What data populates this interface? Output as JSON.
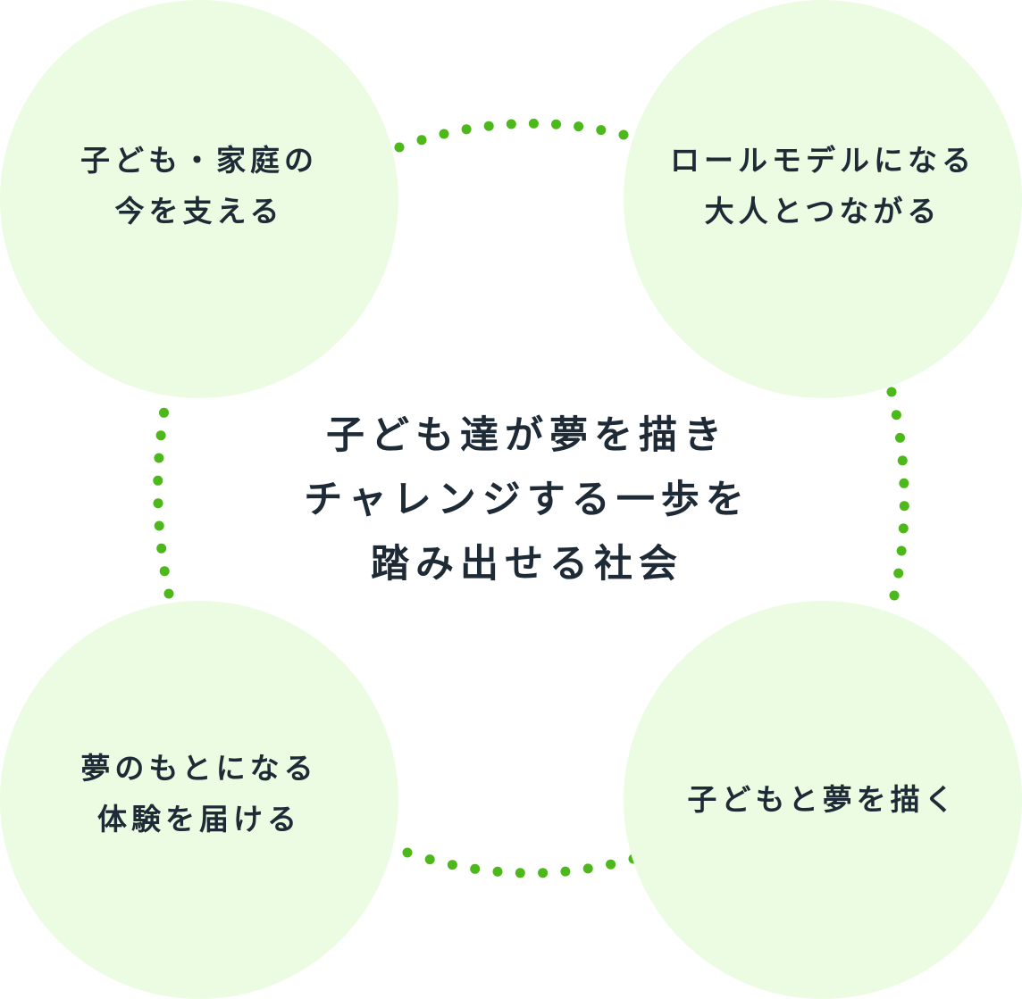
{
  "colors": {
    "circle_fill": "#ecfce2",
    "dot": "#4cb81a",
    "text": "#1e2a36"
  },
  "center": {
    "lines": [
      "子ども達が夢を描き",
      "チャレンジする一歩を",
      "踏み出せる社会"
    ]
  },
  "nodes": {
    "top_left": {
      "lines": [
        "子ども・家庭の",
        "今を支える"
      ]
    },
    "top_right": {
      "lines": [
        "ロールモデルになる",
        "大人とつながる"
      ]
    },
    "bottom_left": {
      "lines": [
        "夢のもとになる",
        "体験を届ける"
      ]
    },
    "bottom_right": {
      "lines": [
        "子どもと夢を描く"
      ]
    }
  }
}
